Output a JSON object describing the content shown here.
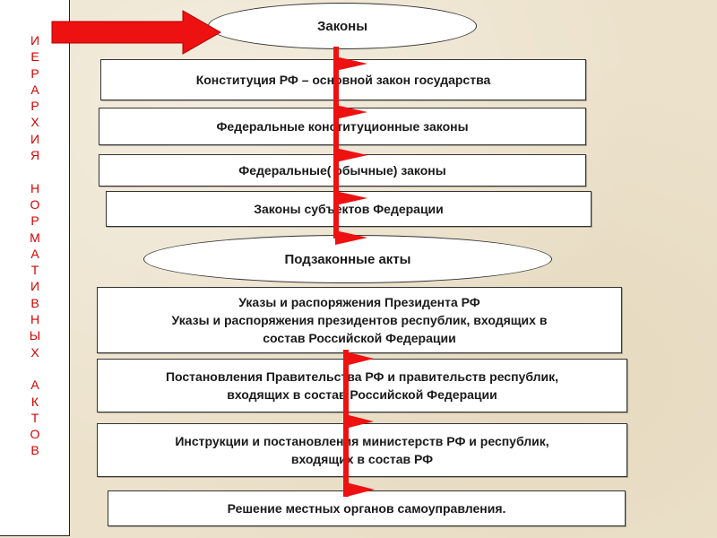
{
  "vertical_title": "ИЕРАРХИЯ НОРМАТИВНЫХ АКТОВ",
  "laws_header": "Законы",
  "laws": [
    "Конституция РФ – основной закон государства",
    "Федеральные конституционные законы",
    "Федеральные( обычные) законы",
    "Законы субъектов Федерации"
  ],
  "sublaws_header": "Подзаконные акты",
  "sublaws": [
    [
      "Указы и распоряжения Президента РФ",
      "Указы и распоряжения президентов республик, входящих в",
      "состав Российской Федерации"
    ],
    [
      "Постановления Правительства РФ и правительств республик,",
      "входящих в состав Российской Федерации"
    ],
    [
      "Инструкции и постановления министерств РФ и республик,",
      "входящих в состав РФ"
    ],
    [
      "Решение местных органов самоуправления."
    ]
  ],
  "colors": {
    "accent": "#ee1111",
    "title_red": "#d40000",
    "background": "#ece2cc"
  },
  "icons": {
    "pointer": "big-right-arrow-icon",
    "flag": "red-flag-icon"
  }
}
